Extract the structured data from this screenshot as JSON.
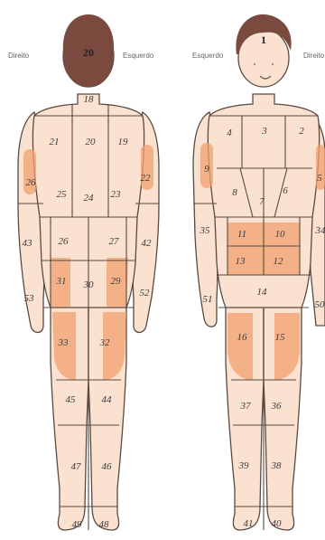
{
  "figures": {
    "back": {
      "side_right": "Direito",
      "side_left": "Esquerdo",
      "zones": [
        "20",
        "18",
        "21",
        "20",
        "19",
        "26",
        "22",
        "25",
        "24",
        "23",
        "43",
        "42",
        "26",
        "27",
        "31",
        "30",
        "29",
        "53",
        "52",
        "33",
        "32",
        "45",
        "44",
        "47",
        "46",
        "49",
        "48"
      ]
    },
    "front": {
      "side_left": "Esquerdo",
      "side_right": "Direito",
      "zones": [
        "1",
        "2",
        "3",
        "4",
        "9",
        "5",
        "8",
        "7",
        "6",
        "35",
        "11",
        "10",
        "34",
        "13",
        "12",
        "14",
        "51",
        "50",
        "16",
        "15",
        "37",
        "36",
        "39",
        "38",
        "41",
        "40"
      ]
    }
  },
  "colors": {
    "skin": "#fbe1cf",
    "outline": "#5a4a42",
    "hair": "#7b4a3f",
    "shading": "#f2a06f"
  }
}
